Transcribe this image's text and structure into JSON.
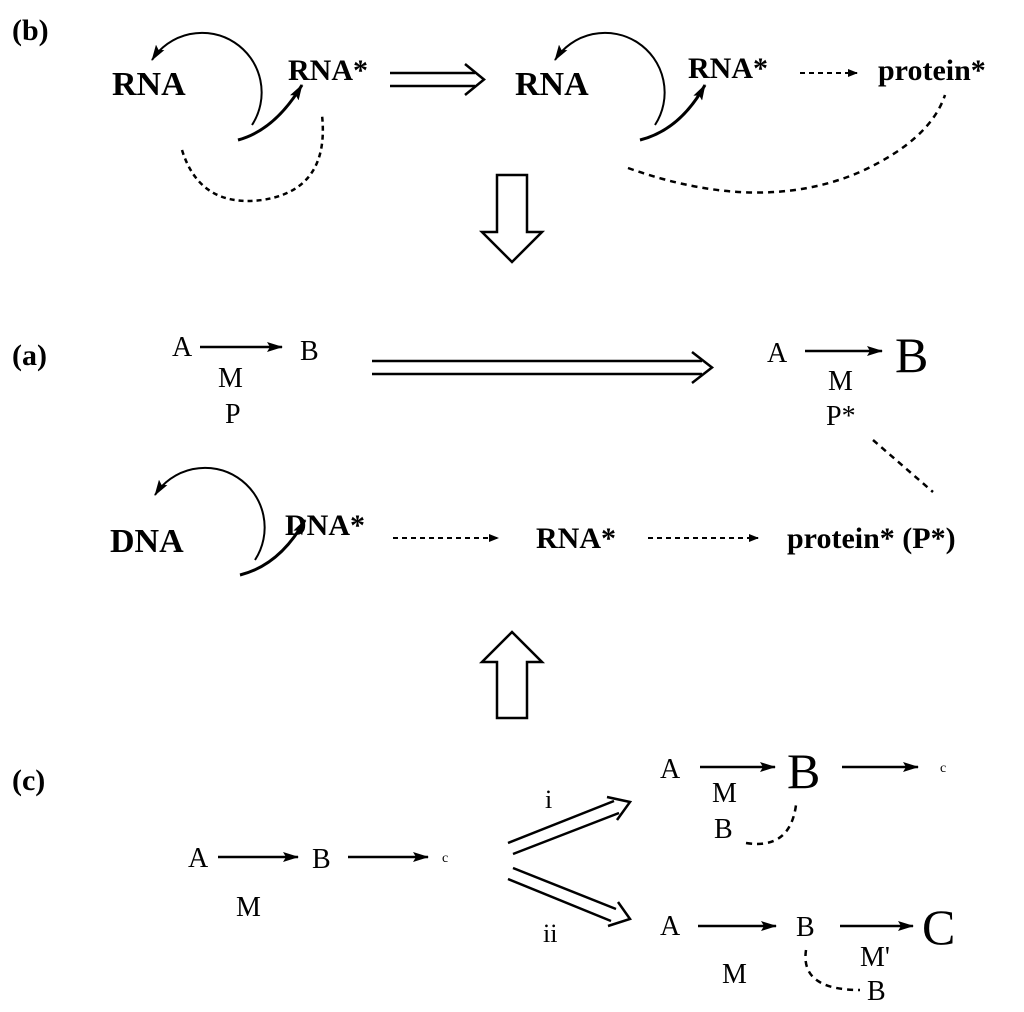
{
  "panels": {
    "b": {
      "label": "(b)",
      "rna_left": "RNA",
      "rna_star_left": "RNA*",
      "rna_right": "RNA",
      "rna_star_right": "RNA*",
      "protein_star": "protein*"
    },
    "a": {
      "label": "(a)",
      "left_A": "A",
      "left_B": "B",
      "left_M": "M",
      "left_P": "P",
      "right_A": "A",
      "right_B": "B",
      "right_M": "M",
      "right_P": "P*",
      "dna": "DNA",
      "dna_star": "DNA*",
      "rna_star": "RNA*",
      "protein_star": "protein* (P*)"
    },
    "c": {
      "label": "(c)",
      "left_A": "A",
      "left_B": "B",
      "left_c": "c",
      "left_M": "M",
      "branch_i": "i",
      "branch_ii": "ii",
      "top_A": "A",
      "top_B": "B",
      "top_c": "c",
      "top_M": "M",
      "top_Bsub": "B",
      "bot_A": "A",
      "bot_B": "B",
      "bot_C": "C",
      "bot_M": "M",
      "bot_Mprime": "M'",
      "bot_Bsub": "B"
    }
  },
  "colors": {
    "ink": "#000000",
    "background": "#ffffff"
  }
}
